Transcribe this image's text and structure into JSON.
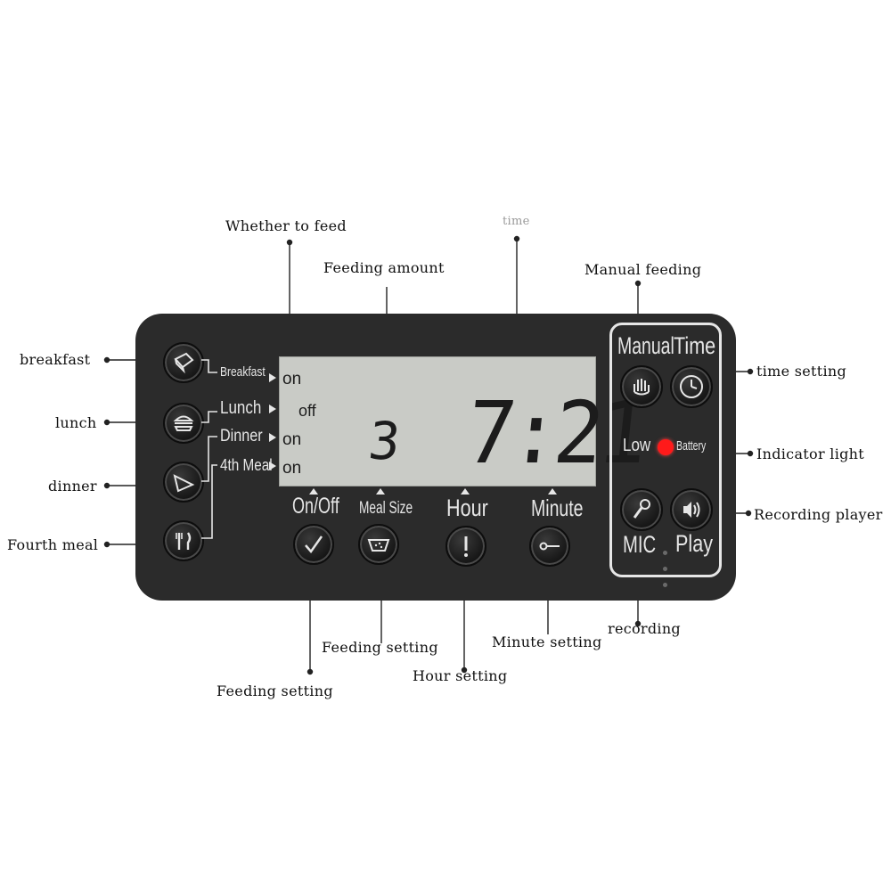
{
  "callouts": {
    "whether_to_feed": "Whether to feed",
    "time": "time",
    "feeding_amount": "Feeding amount",
    "manual_feeding": "Manual feeding",
    "breakfast": "breakfast",
    "lunch": "lunch",
    "dinner": "dinner",
    "fourth_meal": "Fourth meal",
    "time_setting": "time setting",
    "indicator_light": "Indicator light",
    "recording_player": "Recording player",
    "recording": "recording",
    "minute_setting": "Minute setting",
    "feeding_setting_upper": "Feeding setting",
    "feeding_setting_lower": "Feeding setting",
    "hour_setting": "Hour setting"
  },
  "panel": {
    "meal_labels": [
      "Breakfast",
      "Lunch",
      "Dinner",
      "4th Meal"
    ],
    "lcd": {
      "states": [
        "on",
        "off",
        "on",
        "on"
      ],
      "meal_size": "3",
      "clock": "7:21"
    },
    "buttons": {
      "on_off": "On/Off",
      "meal_size": "Meal Size",
      "hour": "Hour",
      "minute": "Minute",
      "manual": "Manual",
      "time": "Time",
      "mic": "MIC",
      "play": "Play"
    },
    "battery": {
      "low": "Low",
      "battery": "Battery"
    }
  },
  "colors": {
    "panel": "#2b2b2b",
    "lcd": "#c9cbc6",
    "led": "#ff1a1a",
    "panel_text": "#e6e6e6"
  },
  "icons": [
    "toast-icon",
    "burger-icon",
    "pizza-slice-icon",
    "fork-knife-icon",
    "checkmark-icon",
    "bowl-icon",
    "exclamation-icon",
    "key-icon",
    "hand-icon",
    "clock-icon",
    "microphone-icon",
    "speaker-icon"
  ]
}
